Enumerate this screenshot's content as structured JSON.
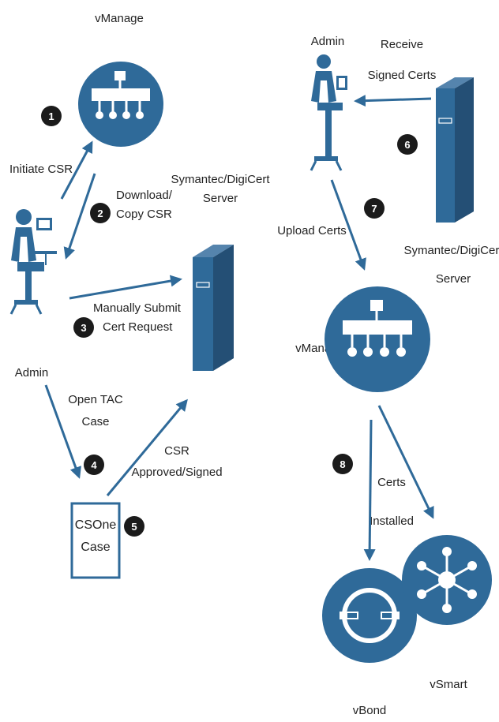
{
  "colors": {
    "primary": "#2f6a99",
    "badge": "#1b1b1b",
    "text": "#222222"
  },
  "left": {
    "vmanage_label": "vManage",
    "admin_label": "Admin",
    "server_label_1": "Symantec/DigiCert",
    "server_label_2": "Server",
    "case_label_1": "CSOne",
    "case_label_2": "Case",
    "steps": {
      "s1": "1",
      "s2": "2",
      "s3": "3",
      "s4": "4",
      "s5": "5"
    },
    "step1_text": "Initiate CSR",
    "step2_text_1": "Download/",
    "step2_text_2": "Copy CSR",
    "step3_text_1": "Manually Submit",
    "step3_text_2": "Cert Request",
    "step4_text_1": "Open TAC",
    "step4_text_2": "Case",
    "step5_text_1": "CSR",
    "step5_text_2": "Approved/Signed"
  },
  "right": {
    "admin_label": "Admin",
    "server_label_1": "Symantec/DigiCert",
    "server_label_2": "Server",
    "vmanage_label": "vManage",
    "vbond_label": "vBond",
    "vsmart_label": "vSmart",
    "steps": {
      "s6": "6",
      "s7": "7",
      "s8": "8"
    },
    "step6_text_1": "Receive",
    "step6_text_2": "Signed Certs",
    "step7_text": "Upload Certs",
    "step8_text_1": "Certs",
    "step8_text_2": "Installed"
  }
}
